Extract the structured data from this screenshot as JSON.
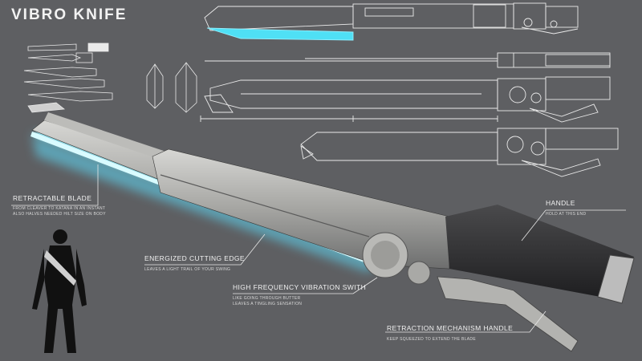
{
  "title": "VIBRO KNIFE",
  "callouts": {
    "retractable_blade": {
      "label": "RETRACTABLE BLADE",
      "desc_line1": "FROM CLEAVER TO KATANA IN AN INSTANT",
      "desc_line2": "ALSO HALVES NEEDED HILT SIZE ON BODY"
    },
    "handle": {
      "label": "HANDLE",
      "desc": "HOLD AT THIS END"
    },
    "energized_edge": {
      "label": "ENERGIZED CUTTING EDGE",
      "desc": "LEAVES A LIGHT TRAIL OF YOUR SWING"
    },
    "vibration_switch": {
      "label": "HIGH FREQUENCY VIBRATION SWITH",
      "desc_line1": "LIKE GOING THROUGH BUTTER",
      "desc_line2": "LEAVES A TINGLING SENSATION"
    },
    "retraction_handle": {
      "label": "RETRACTION MECHANISM HANDLE",
      "desc": "KEEP SQUEEZED TO EXTEND THE BLADE"
    }
  },
  "colors": {
    "background": "#5e5f62",
    "glow": "#5fd8f5",
    "line": "#e8e8e8"
  }
}
